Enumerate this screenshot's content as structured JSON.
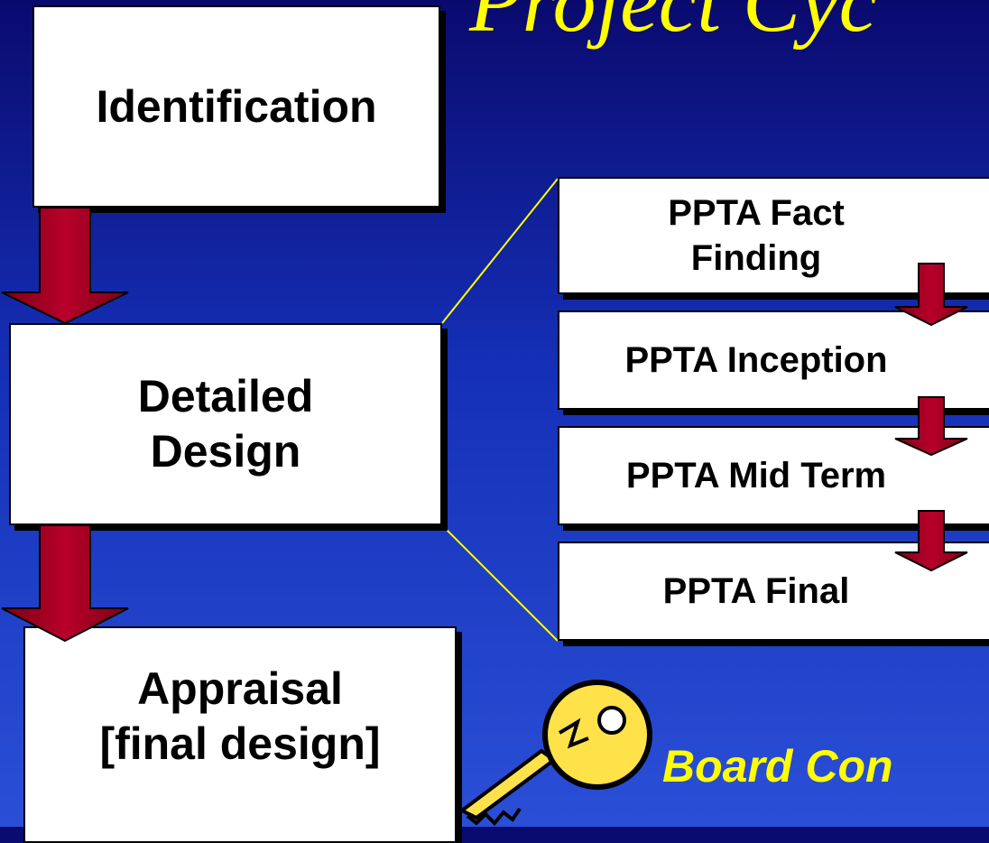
{
  "title": "Project Cyc",
  "stages": {
    "identification": "Identification",
    "detailed_design_line1": "Detailed",
    "detailed_design_line2": "Design",
    "appraisal_line1": "Appraisal",
    "appraisal_line2": "[final design]"
  },
  "ppta": {
    "fact_finding_line1": "PPTA Fact",
    "fact_finding_line2": "Finding",
    "inception": "PPTA Inception",
    "mid_term": "PPTA Mid Term",
    "final": "PPTA Final"
  },
  "board_text": "Board Con",
  "colors": {
    "arrow": "#a0001e",
    "accent": "#ffff00",
    "background_top": "#0a0a6e",
    "background_bottom": "#2a4fd6"
  },
  "icons": [
    "down-arrow-icon",
    "key-icon"
  ]
}
